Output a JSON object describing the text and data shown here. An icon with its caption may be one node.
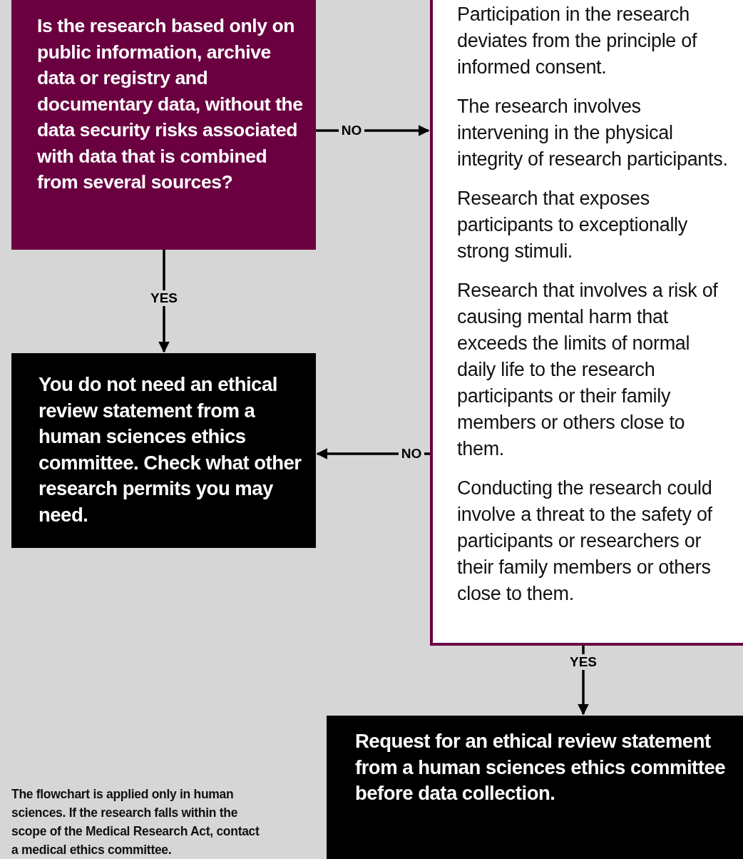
{
  "diagram": {
    "nodes": [
      {
        "text": [
          "Is the research based only on public information, archive data or registry and documentary data, without the data security risks associated with data that is combined from several sources?"
        ]
      },
      {
        "text": [
          "Participation in the research deviates from the principle of informed consent.",
          "The research involves intervening in the physical integrity of research participants.",
          "Research that exposes participants to exceptionally strong stimuli.",
          "Research that involves a risk of causing mental harm that exceeds the limits of normal daily life to the research participants or their family members or others close to them.",
          "Conducting the research could involve a threat to the safety of participants or researchers or their family members or others close to them."
        ]
      },
      {
        "text": [
          "You do not need an ethical review statement from a human sciences ethics committee. Check what other research permits you may need."
        ]
      },
      {
        "text": [
          "Request for an ethical review statement from a human sciences ethics committee before data collection."
        ]
      }
    ],
    "edges": [
      {
        "from": 0,
        "to": 1,
        "arrow": "to",
        "label": "NO"
      },
      {
        "from": 0,
        "to": 2,
        "arrow": "to",
        "label": "YES"
      },
      {
        "from": 1,
        "to": 2,
        "arrow": "to",
        "label": "NO"
      },
      {
        "from": 1,
        "to": 3,
        "arrow": "to",
        "label": "YES"
      }
    ],
    "labels": [
      "The flowchart is applied only in human sciences. If the research falls within the scope of the Medical Research Act, contact a medical ethics committee."
    ]
  }
}
